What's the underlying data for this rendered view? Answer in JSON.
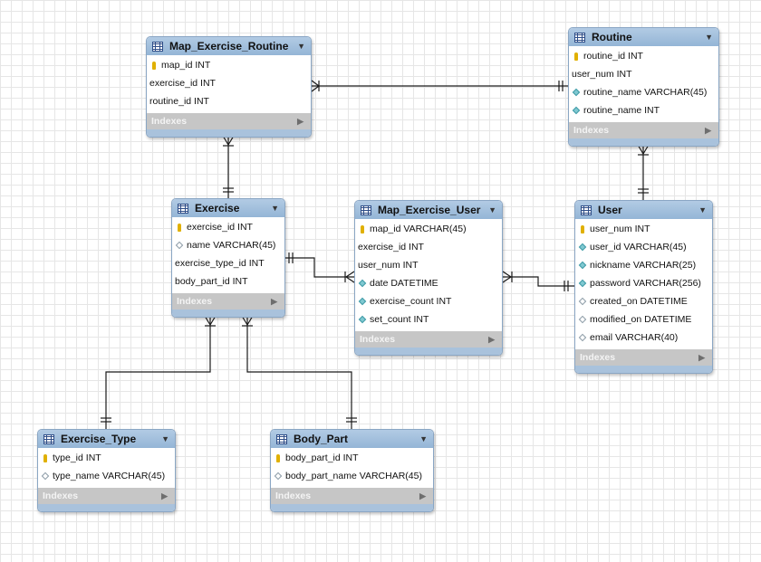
{
  "diagram": {
    "indexes_label": "Indexes",
    "entities": {
      "map_exercise_routine": {
        "name": "Map_Exercise_Routine",
        "columns": [
          {
            "text": "map_id INT",
            "icon": "key-icon"
          },
          {
            "text": "exercise_id INT",
            "icon": ""
          },
          {
            "text": "routine_id INT",
            "icon": ""
          }
        ]
      },
      "routine": {
        "name": "Routine",
        "columns": [
          {
            "text": "routine_id INT",
            "icon": "key-icon"
          },
          {
            "text": "user_num INT",
            "icon": ""
          },
          {
            "text": "routine_name VARCHAR(45)",
            "icon": "filled-diamond-icon"
          },
          {
            "text": "routine_name INT",
            "icon": "filled-diamond-icon"
          }
        ]
      },
      "exercise": {
        "name": "Exercise",
        "columns": [
          {
            "text": "exercise_id INT",
            "icon": "key-icon"
          },
          {
            "text": "name VARCHAR(45)",
            "icon": "hollow-diamond-icon"
          },
          {
            "text": "exercise_type_id INT",
            "icon": ""
          },
          {
            "text": "body_part_id INT",
            "icon": ""
          }
        ]
      },
      "map_exercise_user": {
        "name": "Map_Exercise_User",
        "columns": [
          {
            "text": "map_id VARCHAR(45)",
            "icon": "key-icon"
          },
          {
            "text": "exercise_id INT",
            "icon": ""
          },
          {
            "text": "user_num INT",
            "icon": ""
          },
          {
            "text": "date DATETIME",
            "icon": "filled-diamond-icon"
          },
          {
            "text": "exercise_count INT",
            "icon": "filled-diamond-icon"
          },
          {
            "text": "set_count INT",
            "icon": "filled-diamond-icon"
          }
        ]
      },
      "user": {
        "name": "User",
        "columns": [
          {
            "text": "user_num INT",
            "icon": "key-icon"
          },
          {
            "text": "user_id VARCHAR(45)",
            "icon": "filled-diamond-icon"
          },
          {
            "text": "nickname VARCHAR(25)",
            "icon": "filled-diamond-icon"
          },
          {
            "text": "password VARCHAR(256)",
            "icon": "filled-diamond-icon"
          },
          {
            "text": "created_on DATETIME",
            "icon": "hollow-diamond-icon"
          },
          {
            "text": "modified_on DATETIME",
            "icon": "hollow-diamond-icon"
          },
          {
            "text": "email VARCHAR(40)",
            "icon": "hollow-diamond-icon"
          }
        ]
      },
      "exercise_type": {
        "name": "Exercise_Type",
        "columns": [
          {
            "text": "type_id INT",
            "icon": "key-icon"
          },
          {
            "text": "type_name VARCHAR(45)",
            "icon": "hollow-diamond-icon"
          }
        ]
      },
      "body_part": {
        "name": "Body_Part",
        "columns": [
          {
            "text": "body_part_id INT",
            "icon": "key-icon"
          },
          {
            "text": "body_part_name VARCHAR(45)",
            "icon": "hollow-diamond-icon"
          }
        ]
      }
    }
  }
}
